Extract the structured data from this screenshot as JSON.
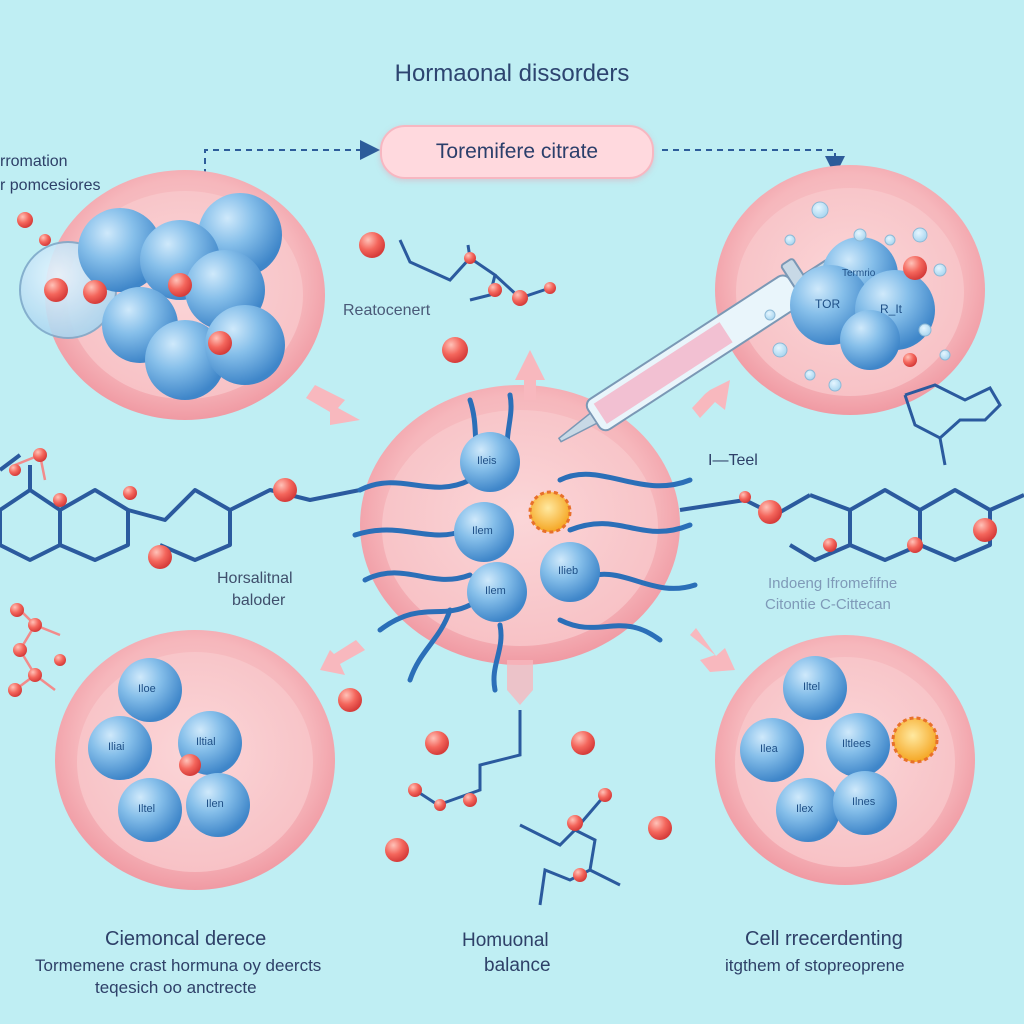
{
  "title": "Hormaonal dissorders",
  "drug_label": "Toremifere citrate",
  "top_left_caption": [
    "rromation",
    "r pomcesiores"
  ],
  "label_reatocenert": "Reatocenert",
  "label_i_teel": "I—Teel",
  "label_horsalitnal": [
    "Horsalitnal",
    "baloder"
  ],
  "label_right_middle": [
    "Indoeng Ifromefifne",
    "Citontie C-Cittecan"
  ],
  "sphere_labels": {
    "center": [
      "Ileis",
      "Ilem",
      "Ilem",
      "Ilieb"
    ],
    "bottom_left": [
      "Iloe",
      "Iliai",
      "Iltial",
      "Iltel",
      "Ilen"
    ],
    "bottom_right": [
      "Iltel",
      "Ilea",
      "Iltlees",
      "Ilex",
      "Ilnes"
    ],
    "top_right": [
      "TOR",
      "R_It",
      "Termrio"
    ]
  },
  "bottom_left_caption": [
    "Ciemoncal derece",
    "Tormemene crast hormuna oy deercts",
    "teqesich oo anctrecte"
  ],
  "bottom_center_caption": [
    "Homuonal",
    "balance"
  ],
  "bottom_right_caption": [
    "Cell rrecerdenting",
    "itgthem of stopreoprene"
  ],
  "colors": {
    "background": "#bfeef3",
    "cell": "#f9c3c6",
    "sphere": "#78b6e6",
    "atom": "#f2675f",
    "bond": "#2b5a9e",
    "arrow": "#f8b8be"
  }
}
